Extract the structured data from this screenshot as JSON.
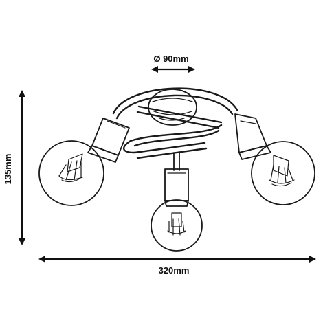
{
  "dimensions": {
    "diameter_label": "Ø 90mm",
    "height_label": "135mm",
    "width_label": "320mm"
  },
  "colors": {
    "ink": "#1a1a1a",
    "background": "#ffffff"
  }
}
